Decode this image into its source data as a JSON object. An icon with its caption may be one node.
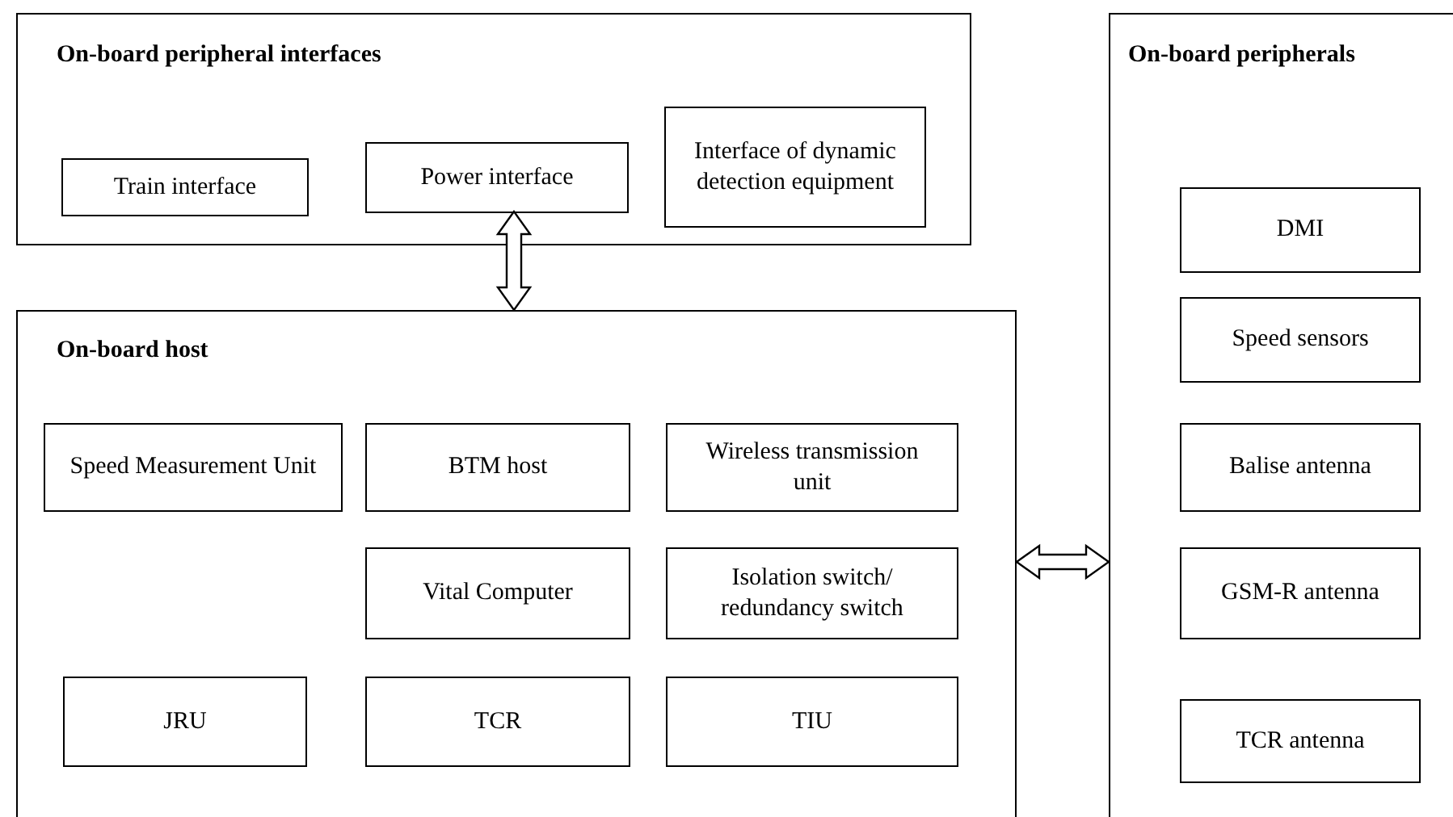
{
  "diagram": {
    "nodes": [
      {
        "text": [
          "On-board peripheral interfaces"
        ]
      },
      {
        "text": [
          "Train interface"
        ],
        "in": 0
      },
      {
        "text": [
          "Power interface"
        ],
        "in": 0
      },
      {
        "text": [
          "Interface of dynamic detection equipment"
        ],
        "in": 0
      },
      {
        "text": [
          "On-board host"
        ]
      },
      {
        "text": [
          "Speed Measurement Unit"
        ],
        "in": 4
      },
      {
        "text": [
          "BTM host"
        ],
        "in": 4
      },
      {
        "text": [
          "Wireless transmission unit"
        ],
        "in": 4
      },
      {
        "text": [
          "Vital Computer"
        ],
        "in": 4
      },
      {
        "text": [
          "Isolation switch/ redundancy switch"
        ],
        "in": 4
      },
      {
        "text": [
          "JRU"
        ],
        "in": 4
      },
      {
        "text": [
          "TCR"
        ],
        "in": 4
      },
      {
        "text": [
          "TIU"
        ],
        "in": 4
      },
      {
        "text": [
          "On-board peripherals"
        ]
      },
      {
        "text": [
          "DMI"
        ],
        "in": 13
      },
      {
        "text": [
          "Speed sensors"
        ],
        "in": 13
      },
      {
        "text": [
          "Balise antenna"
        ],
        "in": 13
      },
      {
        "text": [
          "GSM-R antenna"
        ],
        "in": 13
      },
      {
        "text": [
          "TCR antenna"
        ],
        "in": 13
      }
    ],
    "edges": [
      {
        "from": 2,
        "to": 4,
        "arrow": "both"
      },
      {
        "from": 4,
        "to": 13,
        "arrow": "both"
      }
    ]
  }
}
